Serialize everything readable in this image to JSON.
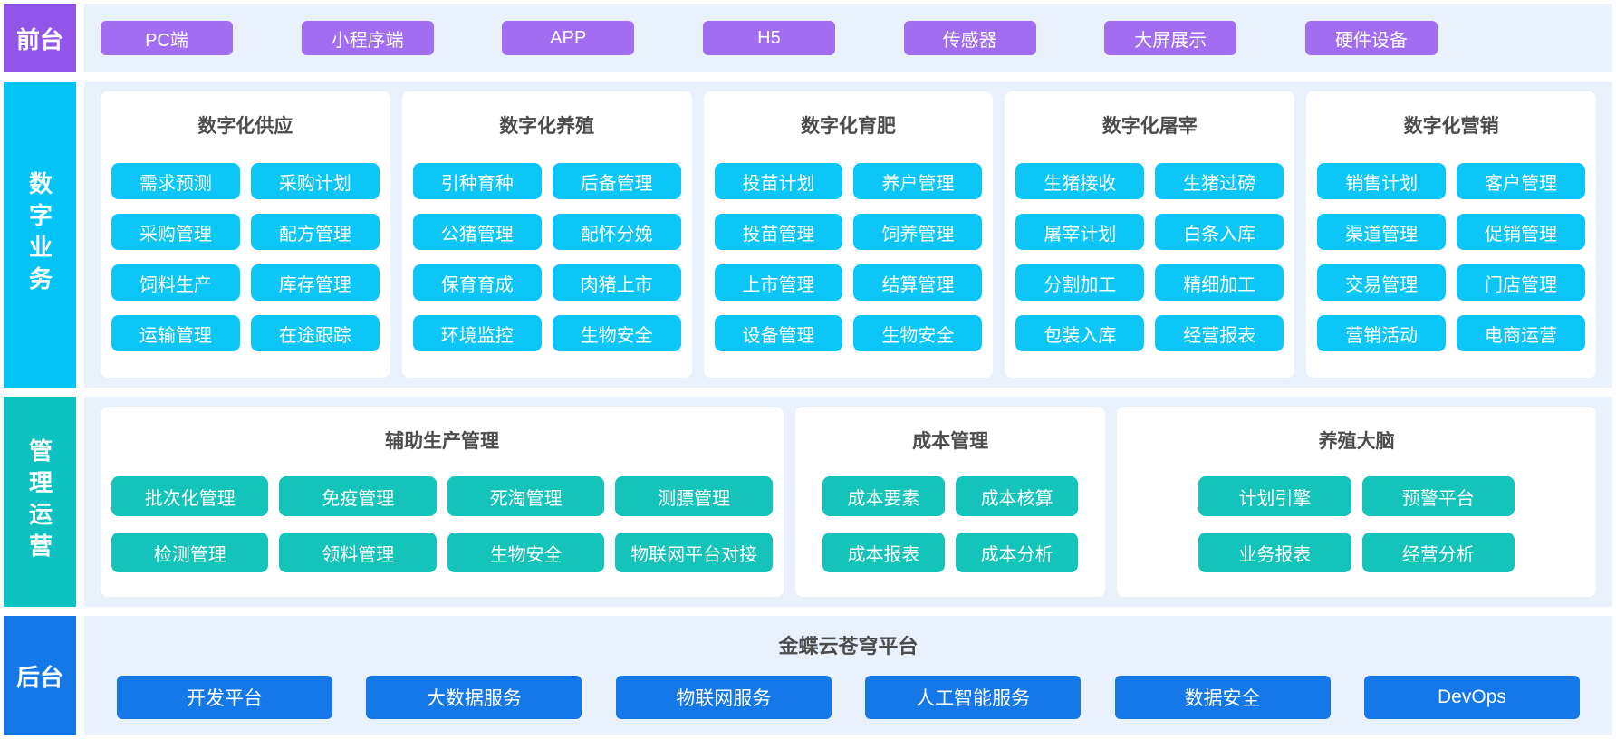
{
  "colors": {
    "purple_label": "#9155ea",
    "purple_chip": "#a26df0",
    "cyan_label": "#04c3f5",
    "cyan_chip": "#0bc6f7",
    "teal_label": "#0ec2c2",
    "teal_chip": "#14c3ba",
    "blue": "#1478e8",
    "panel_bg": "#e8f1fc",
    "card_bg": "#ffffff",
    "title_text": "#4c4c4c"
  },
  "frontend": {
    "label": "前台",
    "items": [
      "PC端",
      "小程序端",
      "APP",
      "H5",
      "传感器",
      "大屏展示",
      "硬件设备"
    ]
  },
  "digital": {
    "label": "数字业务",
    "cards": [
      {
        "title": "数字化供应",
        "items": [
          "需求预测",
          "采购计划",
          "采购管理",
          "配方管理",
          "饲料生产",
          "库存管理",
          "运输管理",
          "在途跟踪"
        ]
      },
      {
        "title": "数字化养殖",
        "items": [
          "引种育种",
          "后备管理",
          "公猪管理",
          "配怀分娩",
          "保育育成",
          "肉猪上市",
          "环境监控",
          "生物安全"
        ]
      },
      {
        "title": "数字化育肥",
        "items": [
          "投苗计划",
          "养户管理",
          "投苗管理",
          "饲养管理",
          "上市管理",
          "结算管理",
          "设备管理",
          "生物安全"
        ]
      },
      {
        "title": "数字化屠宰",
        "items": [
          "生猪接收",
          "生猪过磅",
          "屠宰计划",
          "白条入库",
          "分割加工",
          "精细加工",
          "包装入库",
          "经营报表"
        ]
      },
      {
        "title": "数字化营销",
        "items": [
          "销售计划",
          "客户管理",
          "渠道管理",
          "促销管理",
          "交易管理",
          "门店管理",
          "营销活动",
          "电商运营"
        ]
      }
    ]
  },
  "management": {
    "label": "管理运营",
    "cards": [
      {
        "title": "辅助生产管理",
        "items": [
          "批次化管理",
          "免疫管理",
          "死淘管理",
          "测膘管理",
          "检测管理",
          "领料管理",
          "生物安全",
          "物联网平台对接"
        ]
      },
      {
        "title": "成本管理",
        "items": [
          "成本要素",
          "成本核算",
          "成本报表",
          "成本分析"
        ]
      },
      {
        "title": "养殖大脑",
        "items": [
          "计划引擎",
          "预警平台",
          "业务报表",
          "经营分析"
        ]
      }
    ]
  },
  "backend": {
    "label": "后台",
    "platform_title": "金蝶云苍穹平台",
    "items": [
      "开发平台",
      "大数据服务",
      "物联网服务",
      "人工智能服务",
      "数据安全",
      "DevOps"
    ]
  }
}
